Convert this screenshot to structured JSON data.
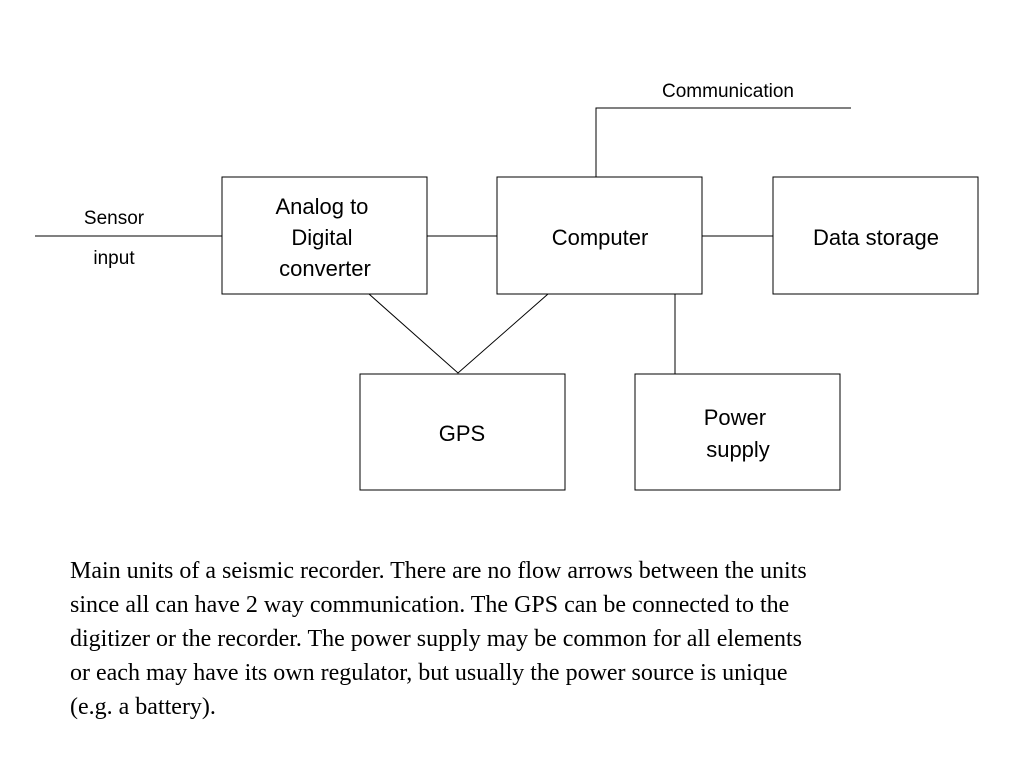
{
  "diagram": {
    "external_labels": {
      "communication": "Communication",
      "sensor": "Sensor",
      "input": "input"
    },
    "units": {
      "adc": {
        "lines": [
          "Analog to",
          "Digital",
          "converter"
        ]
      },
      "computer": {
        "lines": [
          "Computer"
        ]
      },
      "storage": {
        "lines": [
          "Data storage"
        ]
      },
      "gps": {
        "lines": [
          "GPS"
        ]
      },
      "power": {
        "lines": [
          "Power",
          "supply"
        ]
      }
    }
  },
  "caption": {
    "lines": [
      "Main units of a seismic recorder. There are no flow arrows between the units",
      "since all can have 2 way communication. The GPS can be connected to the",
      "digitizer or the recorder. The power supply may be common for all elements",
      "or each may have its own regulator, but usually the power source is unique",
      "(e.g. a battery)."
    ]
  }
}
